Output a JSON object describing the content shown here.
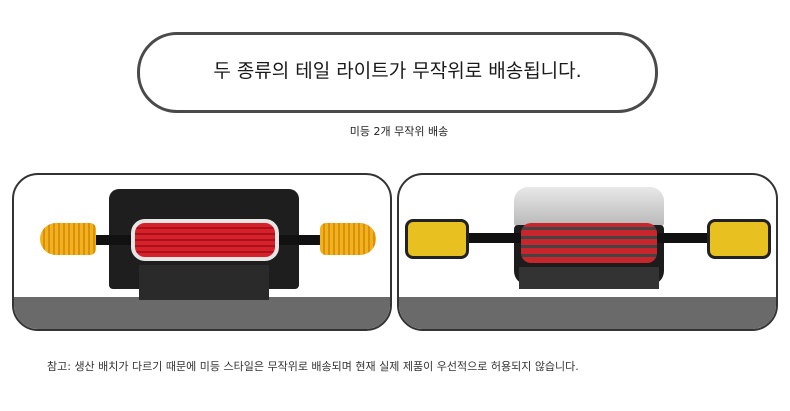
{
  "header": {
    "title": "두 종류의 테일 라이트가 무작위로 배송됩니다.",
    "subtitle": "미등 2개 무작위 배송"
  },
  "products": [
    {
      "name": "taillight-style-1",
      "colors": {
        "signal": "#f2b21c",
        "light": "#d8202a"
      }
    },
    {
      "name": "taillight-style-2",
      "colors": {
        "signal": "#e8c020",
        "light": "#c8262c"
      }
    }
  ],
  "footer": {
    "note": "참고: 생산 배치가 다르기 때문에 미등 스타일은 무작위로 배송되며 현재 실제 제품이 우선적으로 허용되지 않습니다."
  }
}
